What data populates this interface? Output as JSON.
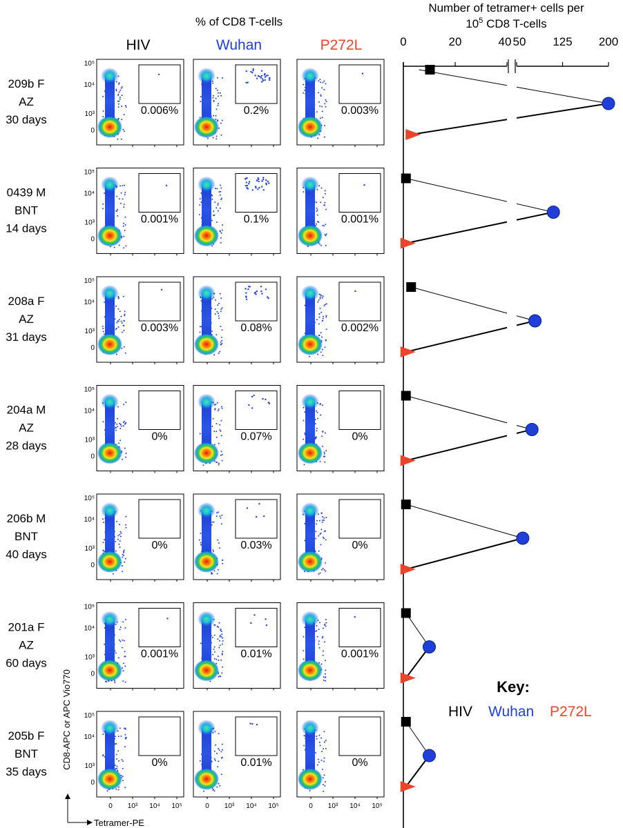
{
  "chart_data": [
    {
      "type": "scatter",
      "title": "% of CD8 T-cells",
      "columns": [
        "HIV",
        "Wuhan",
        "P272L"
      ],
      "xlabel": "Tetramer-PE",
      "ylabel": "CD8-APC or APC Vio770",
      "x_ticks": [
        "0",
        "10³",
        "10⁴",
        "10⁵"
      ],
      "y_ticks": [
        "0",
        "10³",
        "10⁴",
        "10⁵"
      ],
      "rows": [
        {
          "sample": [
            "209b F",
            "AZ",
            "30 days"
          ],
          "pct": [
            "0.006%",
            "0.2%",
            "0.003%"
          ]
        },
        {
          "sample": [
            "0439 M",
            "BNT",
            "14 days"
          ],
          "pct": [
            "0.001%",
            "0.1%",
            "0.001%"
          ]
        },
        {
          "sample": [
            "208a F",
            "AZ",
            "31 days"
          ],
          "pct": [
            "0.003%",
            "0.08%",
            "0.002%"
          ]
        },
        {
          "sample": [
            "204a M",
            "AZ",
            "28 days"
          ],
          "pct": [
            "0%",
            "0.07%",
            "0%"
          ]
        },
        {
          "sample": [
            "206b M",
            "BNT",
            "40 days"
          ],
          "pct": [
            "0%",
            "0.03%",
            "0%"
          ]
        },
        {
          "sample": [
            "201a F",
            "AZ",
            "60 days"
          ],
          "pct": [
            "0.001%",
            "0.01%",
            "0.001%"
          ]
        },
        {
          "sample": [
            "205b F",
            "BNT",
            "35 days"
          ],
          "pct": [
            "0%",
            "0.01%",
            "0%"
          ]
        }
      ]
    },
    {
      "type": "line",
      "title_line1": "Number of tetramer+ cells per",
      "title_line2_prefix": "10",
      "title_line2_sup": "5",
      "title_line2_suffix": " CD8 T-cells",
      "x_ticks_left": [
        "0",
        "20",
        "40"
      ],
      "x_ticks_right": [
        "50",
        "125",
        "200"
      ],
      "xlim_segments": [
        [
          0,
          40
        ],
        [
          50,
          200
        ]
      ],
      "series": [
        {
          "name": "HIV",
          "color": "#000000",
          "marker": "square",
          "values": [
            6,
            1,
            3,
            1,
            1,
            1,
            1
          ]
        },
        {
          "name": "Wuhan",
          "color": "#1f3fd8",
          "marker": "circle",
          "values": [
            200,
            110,
            80,
            75,
            60,
            10,
            10
          ]
        },
        {
          "name": "P272L",
          "color": "#e8452c",
          "marker": "triangle",
          "values": [
            3,
            1,
            1,
            1,
            1,
            1,
            1
          ]
        }
      ],
      "key_label": "Key:"
    }
  ]
}
